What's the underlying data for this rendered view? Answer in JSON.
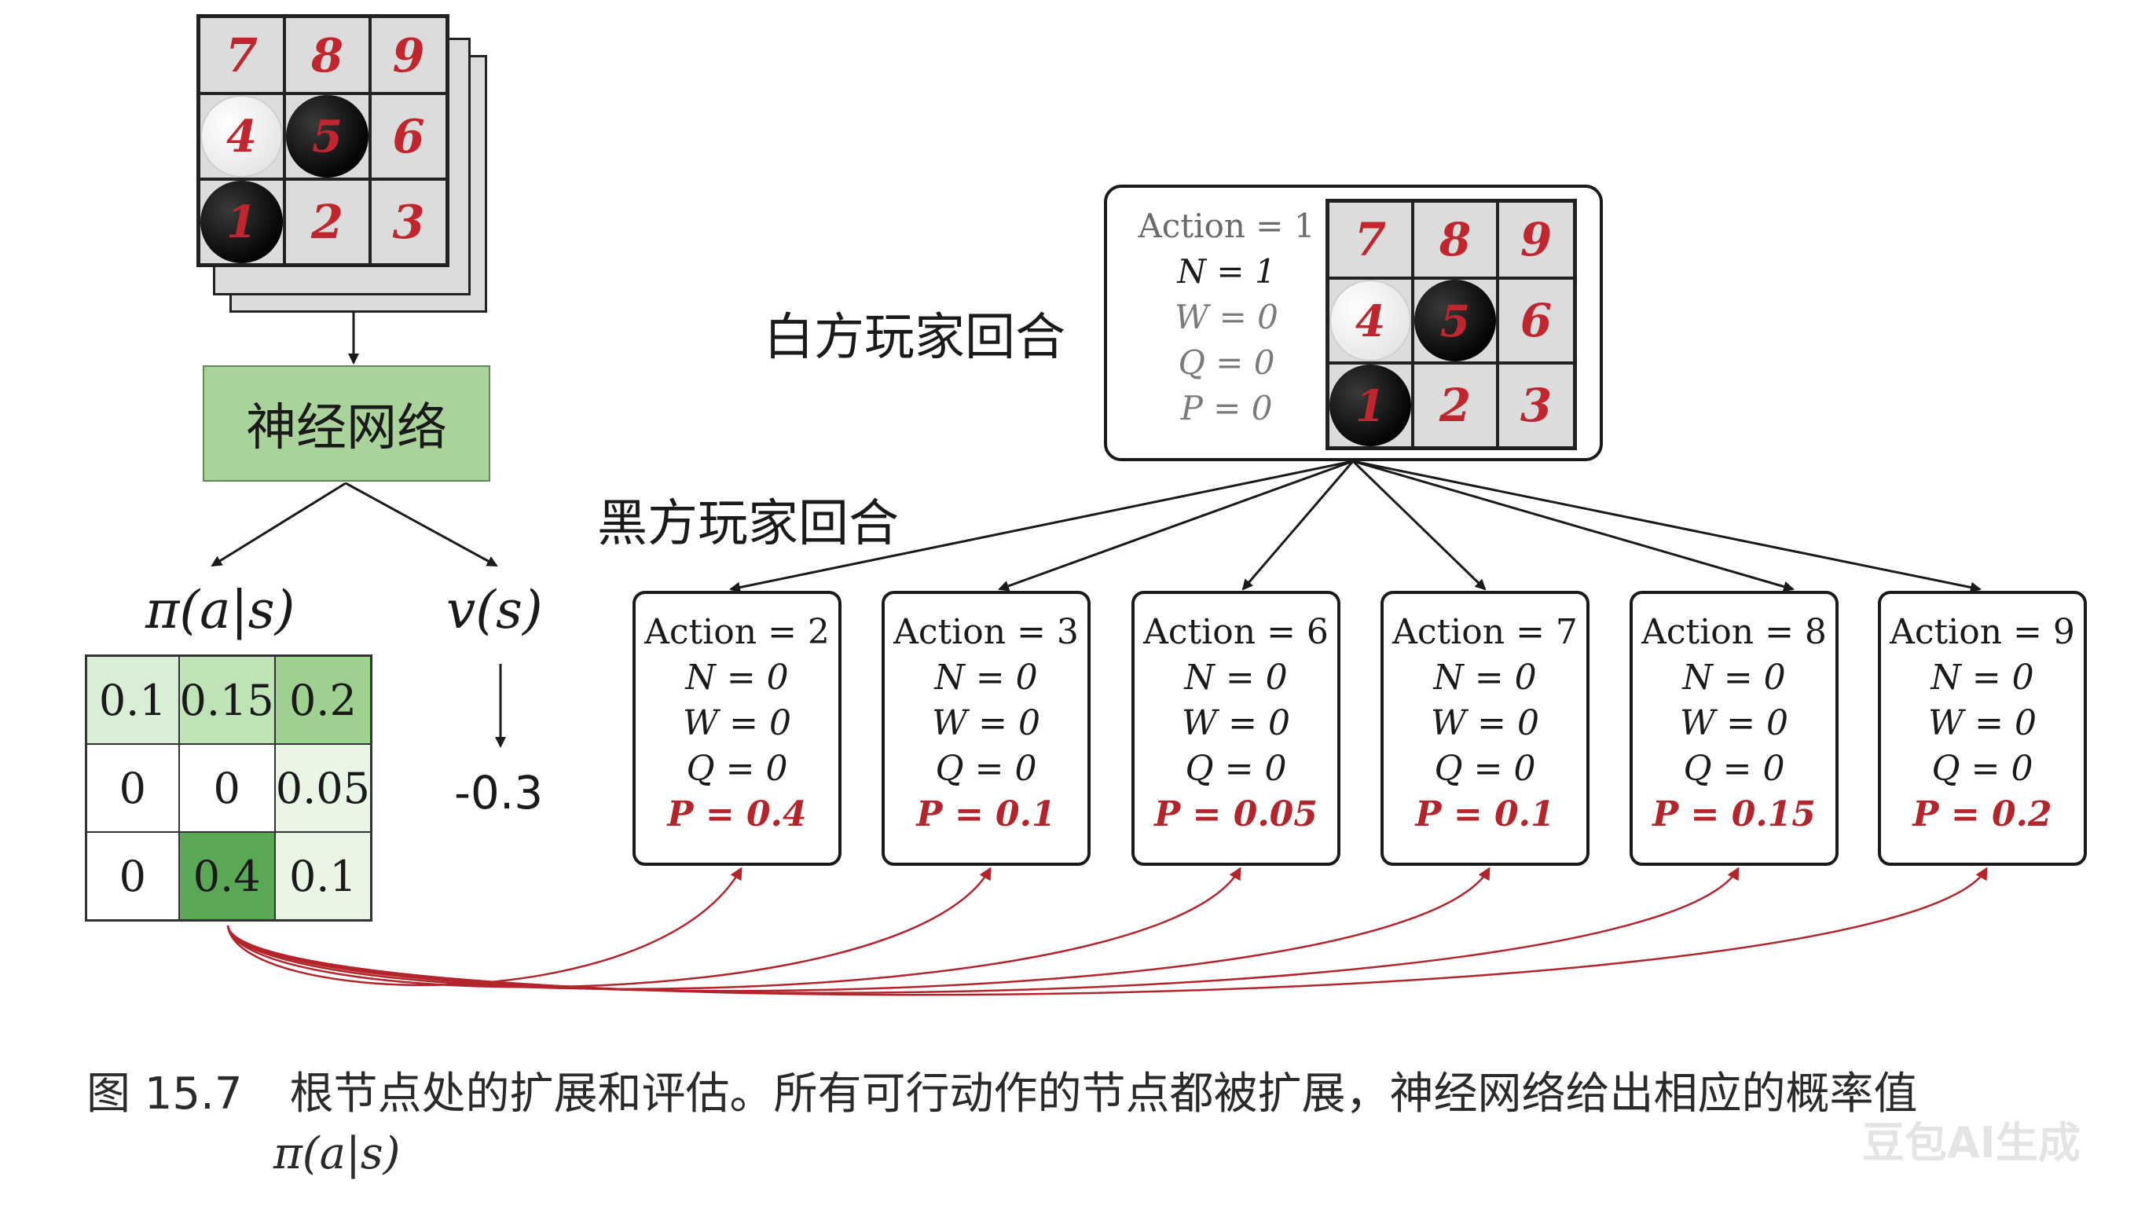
{
  "colors": {
    "stone_number": "#c0262e",
    "nn_box": "#a9d39a",
    "probability_text": "#b3242b",
    "curve_arrow": "#b3242b",
    "policy_shades": [
      "#d9efd5",
      "#bfe2b7",
      "#9ed08f",
      "#ffffff",
      "#e9f6e6",
      "#5aa855"
    ]
  },
  "input_board": {
    "cells": [
      "7",
      "8",
      "9",
      "4",
      "5",
      "6",
      "1",
      "2",
      "3"
    ],
    "stones": {
      "4": "white",
      "5": "black",
      "1": "black"
    }
  },
  "neural_net_label": "神经网络",
  "policy_label": "π(a|s)",
  "value_label": "v(s)",
  "value_output": "-0.3",
  "policy_grid": [
    {
      "value": "0.1",
      "shade": 0
    },
    {
      "value": "0.15",
      "shade": 1
    },
    {
      "value": "0.2",
      "shade": 2
    },
    {
      "value": "0",
      "shade": 3
    },
    {
      "value": "0",
      "shade": 3
    },
    {
      "value": "0.05",
      "shade": 4
    },
    {
      "value": "0",
      "shade": 3
    },
    {
      "value": "0.4",
      "shade": 5
    },
    {
      "value": "0.1",
      "shade": 4
    }
  ],
  "white_turn_label": "白方玩家回合",
  "black_turn_label": "黑方玩家回合",
  "root_node": {
    "action": "Action = 1",
    "n": "N = 1",
    "w": "W = 0",
    "q": "Q = 0",
    "p": "P = 0",
    "board": {
      "cells": [
        "7",
        "8",
        "9",
        "4",
        "5",
        "6",
        "1",
        "2",
        "3"
      ],
      "stones": {
        "4": "white",
        "5": "black",
        "1": "black"
      }
    }
  },
  "children": [
    {
      "action": "Action = 2",
      "n": "N = 0",
      "w": "W = 0",
      "q": "Q = 0",
      "p": "P = 0.4"
    },
    {
      "action": "Action = 3",
      "n": "N = 0",
      "w": "W = 0",
      "q": "Q = 0",
      "p": "P = 0.1"
    },
    {
      "action": "Action = 6",
      "n": "N = 0",
      "w": "W = 0",
      "q": "Q = 0",
      "p": "P = 0.05"
    },
    {
      "action": "Action = 7",
      "n": "N = 0",
      "w": "W = 0",
      "q": "Q = 0",
      "p": "P = 0.1"
    },
    {
      "action": "Action = 8",
      "n": "N = 0",
      "w": "W = 0",
      "q": "Q = 0",
      "p": "P = 0.15"
    },
    {
      "action": "Action = 9",
      "n": "N = 0",
      "w": "W = 0",
      "q": "Q = 0",
      "p": "P = 0.2"
    }
  ],
  "caption": {
    "number": "图 15.7",
    "text": "根节点处的扩展和评估。所有可行动作的节点都被扩展，神经网络给出相应的概率值",
    "continuation": "π(a|s)"
  },
  "watermark": "豆包AI生成"
}
